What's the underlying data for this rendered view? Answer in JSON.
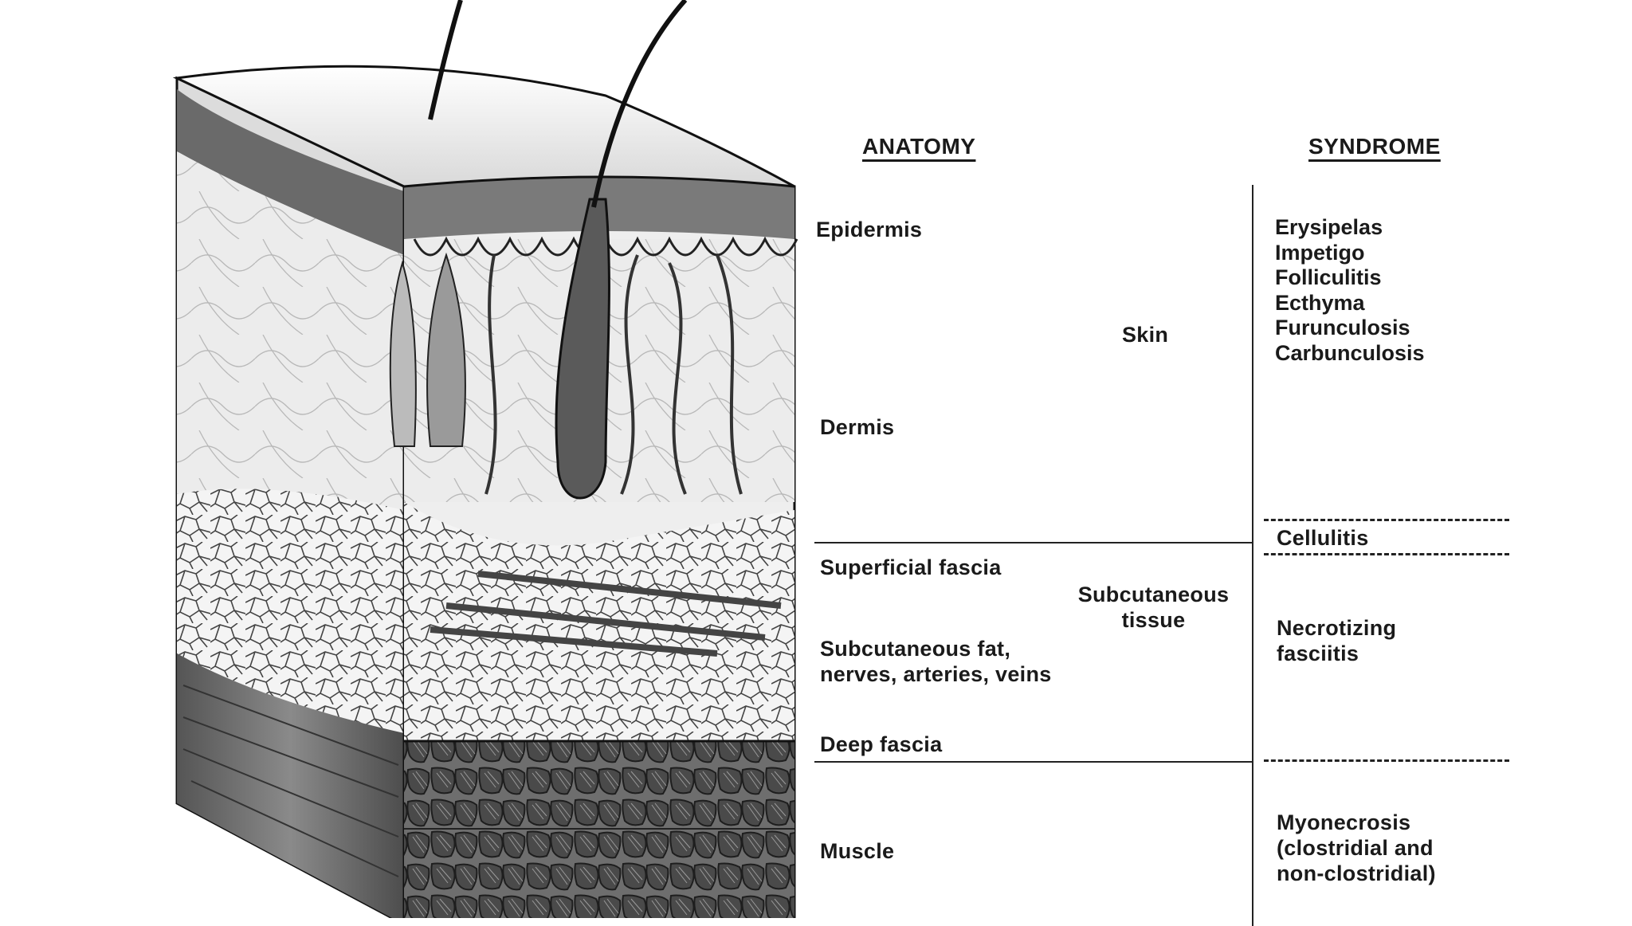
{
  "headers": {
    "anatomy": "ANATOMY",
    "syndrome": "SYNDROME"
  },
  "anatomy_labels": {
    "epidermis": "Epidermis",
    "dermis": "Dermis",
    "skin": "Skin",
    "superficial_fascia": "Superficial fascia",
    "subcutaneous_tissue_line1": "Subcutaneous",
    "subcutaneous_tissue_line2": "tissue",
    "subcutaneous_fat_line1": "Subcutaneous fat,",
    "subcutaneous_fat_line2": "nerves, arteries, veins",
    "deep_fascia": "Deep fascia",
    "muscle": "Muscle"
  },
  "syndromes": {
    "skin": [
      "Erysipelas",
      "Impetigo",
      "Folliculitis",
      "Ecthyma",
      "Furunculosis",
      "Carbunculosis"
    ],
    "cellulitis": "Cellulitis",
    "necrotizing_line1": "Necrotizing",
    "necrotizing_line2": "fasciitis",
    "myonecrosis_line1": "Myonecrosis",
    "myonecrosis_line2": "(clostridial and",
    "myonecrosis_line3": "non-clostridial)"
  },
  "colors": {
    "ink": "#1a1a1a",
    "paper": "#ffffff"
  }
}
